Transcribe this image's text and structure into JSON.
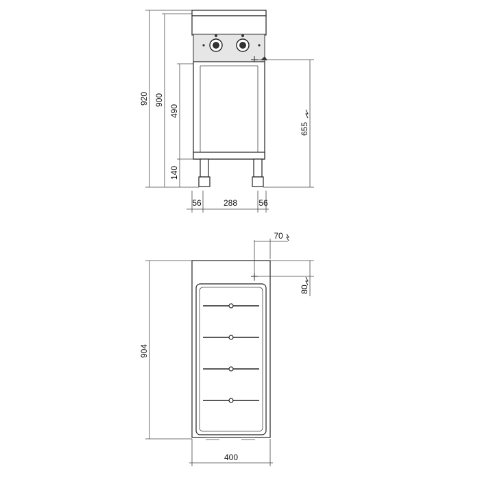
{
  "front_view": {
    "dimensions": {
      "overall_height": "920",
      "body_height": "900",
      "cabinet_height": "490",
      "leg_height": "140",
      "electrical_height": "655",
      "left_offset": "56",
      "leg_spacing": "288",
      "right_offset": "56"
    }
  },
  "top_view": {
    "dimensions": {
      "connection_x": "70",
      "connection_y": "80",
      "depth": "904",
      "width": "400"
    },
    "hotplate_count": 4
  },
  "icons": {
    "electrical": "lightning-bolt-icon",
    "connection": "cross-marker-icon"
  },
  "colors": {
    "line": "#222222",
    "panel": "#e6e6e6"
  }
}
